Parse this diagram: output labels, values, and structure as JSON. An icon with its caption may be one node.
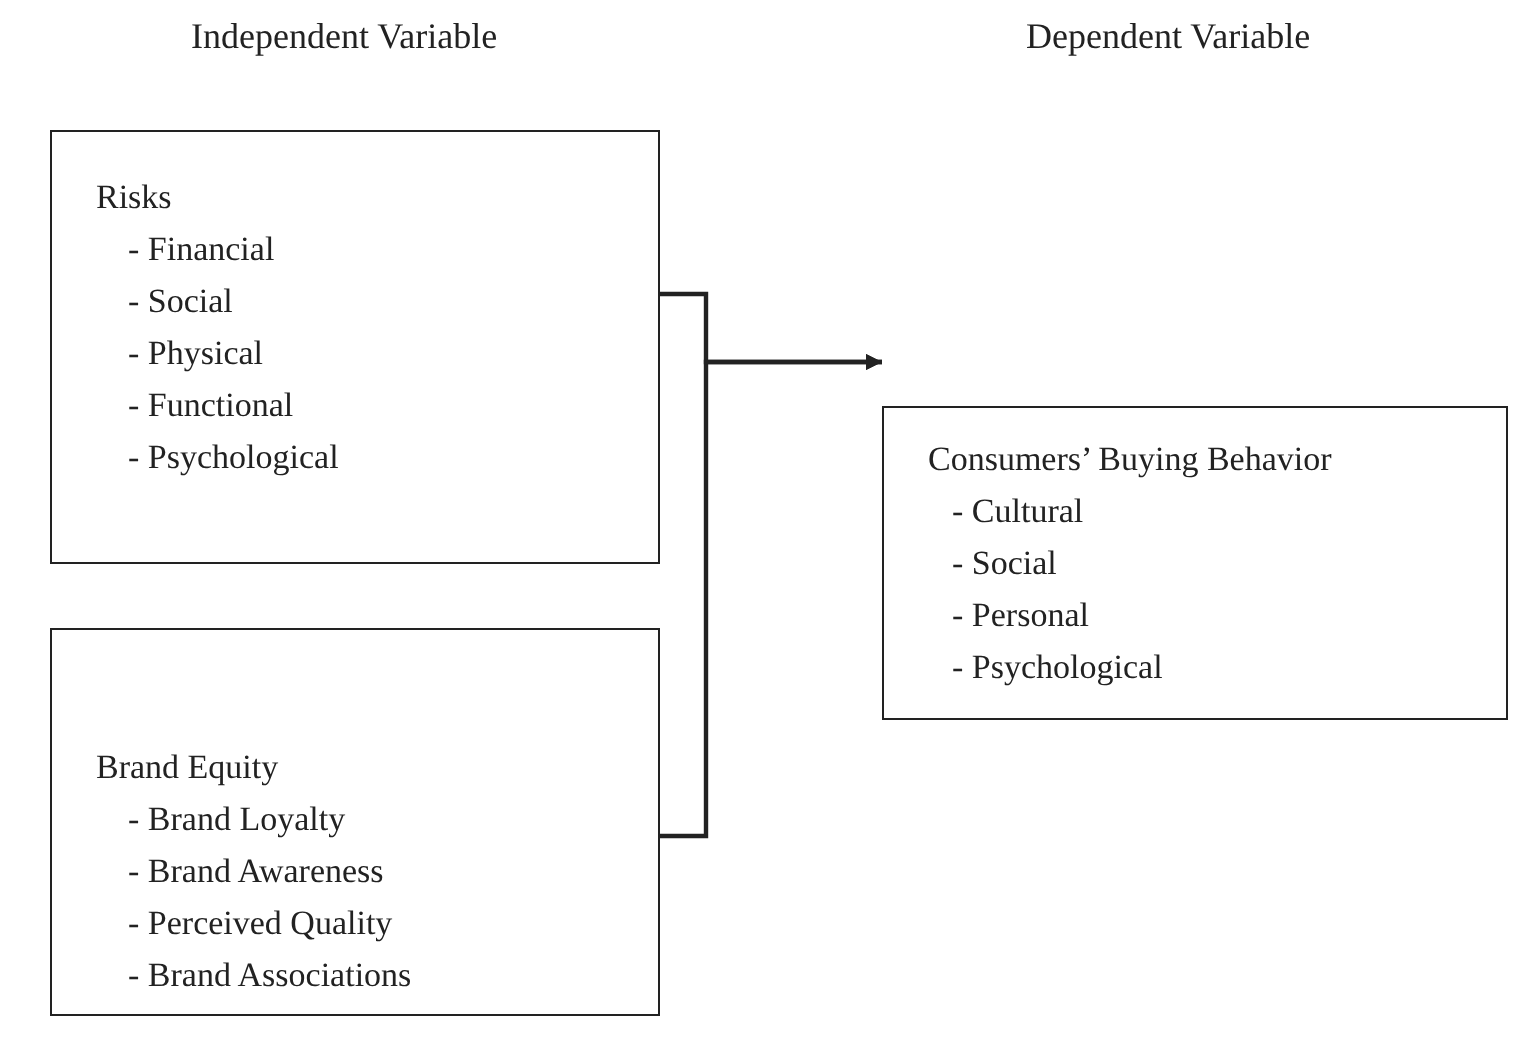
{
  "diagram": {
    "nodes": [
      {
        "text": [
          "Risks",
          "- Financial",
          "- Social",
          "- Physical",
          "- Functional",
          "- Psychological"
        ]
      },
      {
        "text": [
          "Brand Equity",
          "- Brand Loyalty",
          "- Brand Awareness",
          "- Perceived Quality",
          "- Brand Associations"
        ]
      },
      {
        "text": [
          "Consumers’ Buying Behavior",
          "- Cultural",
          "- Social",
          "- Personal",
          "- Psychological"
        ]
      }
    ],
    "edges": [
      {
        "from": 0,
        "to": 2,
        "arrow": "to"
      },
      {
        "from": 1,
        "to": 2,
        "arrow": "to"
      }
    ],
    "labels": [
      "Independent Variable",
      "Dependent Variable"
    ]
  }
}
